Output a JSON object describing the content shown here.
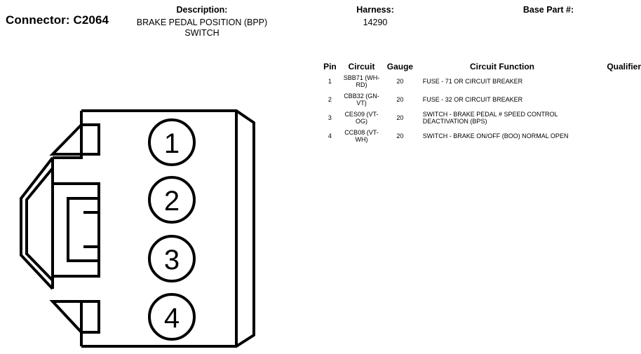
{
  "connector": {
    "title": "Connector: C2064"
  },
  "description": {
    "label": "Description:",
    "value": "BRAKE PEDAL POSITION (BPP) SWITCH"
  },
  "harness": {
    "label": "Harness:",
    "value": "14290"
  },
  "base_part": {
    "label": "Base Part #:",
    "value": ""
  },
  "pin_table": {
    "headers": {
      "pin": "Pin",
      "circuit": "Circuit",
      "gauge": "Gauge",
      "function": "Circuit Function",
      "qualifier": "Qualifier"
    },
    "rows": [
      {
        "pin": "1",
        "circuit": "SBB71 (WH-RD)",
        "gauge": "20",
        "function": "FUSE - 71 OR CIRCUIT BREAKER",
        "qualifier": ""
      },
      {
        "pin": "2",
        "circuit": "CBB32 (GN-VT)",
        "gauge": "20",
        "function": "FUSE - 32 OR CIRCUIT BREAKER",
        "qualifier": ""
      },
      {
        "pin": "3",
        "circuit": "CES09 (VT-OG)",
        "gauge": "20",
        "function": "SWITCH - BRAKE PEDAL # SPEED CONTROL DEACTIVATION (BPS)",
        "qualifier": ""
      },
      {
        "pin": "4",
        "circuit": "CCB08 (VT-WH)",
        "gauge": "20",
        "function": "SWITCH - BRAKE ON/OFF (BOO) NORMAL OPEN",
        "qualifier": ""
      }
    ]
  },
  "diagram": {
    "pin_labels": [
      "1",
      "2",
      "3",
      "4"
    ],
    "line_color": "#000000"
  }
}
